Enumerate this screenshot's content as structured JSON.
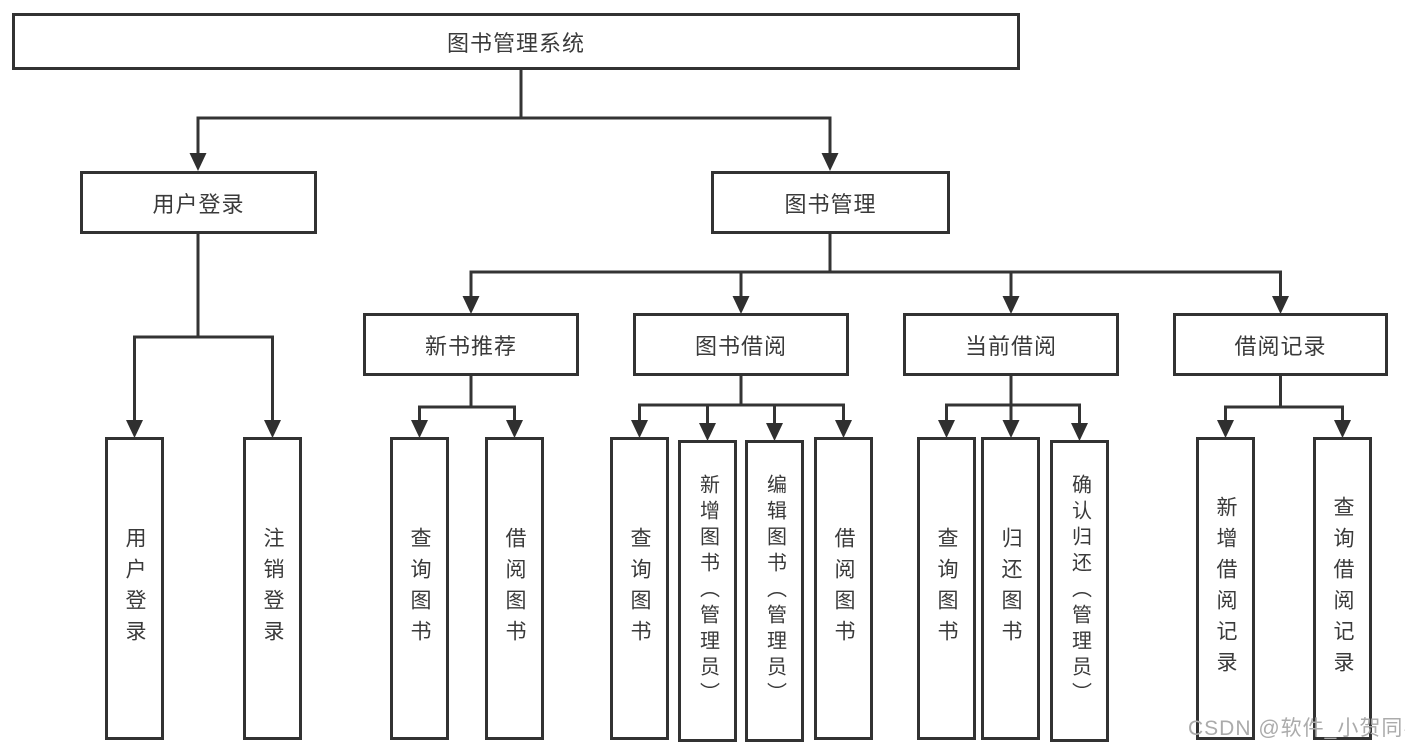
{
  "colors": {
    "line": "#343434",
    "box_border": "#323232",
    "text": "#3a3a3a",
    "watermark": "#ababab"
  },
  "tree": {
    "root": "图书管理系统",
    "branches": [
      {
        "label": "用户登录",
        "children": [
          "用户登录",
          "注销登录"
        ]
      },
      {
        "label": "图书管理",
        "groups": [
          {
            "label": "新书推荐",
            "children": [
              "查询图书",
              "借阅图书"
            ]
          },
          {
            "label": "图书借阅",
            "children": [
              "查询图书",
              "新增图书（管理员）",
              "编辑图书（管理员）",
              "借阅图书"
            ]
          },
          {
            "label": "当前借阅",
            "children": [
              "查询图书",
              "归还图书",
              "确认归还（管理员）"
            ]
          },
          {
            "label": "借阅记录",
            "children": [
              "新增借阅记录",
              "查询借阅记录"
            ]
          }
        ]
      }
    ]
  },
  "watermark": {
    "text": "CSDN @软件_小贺同学"
  }
}
